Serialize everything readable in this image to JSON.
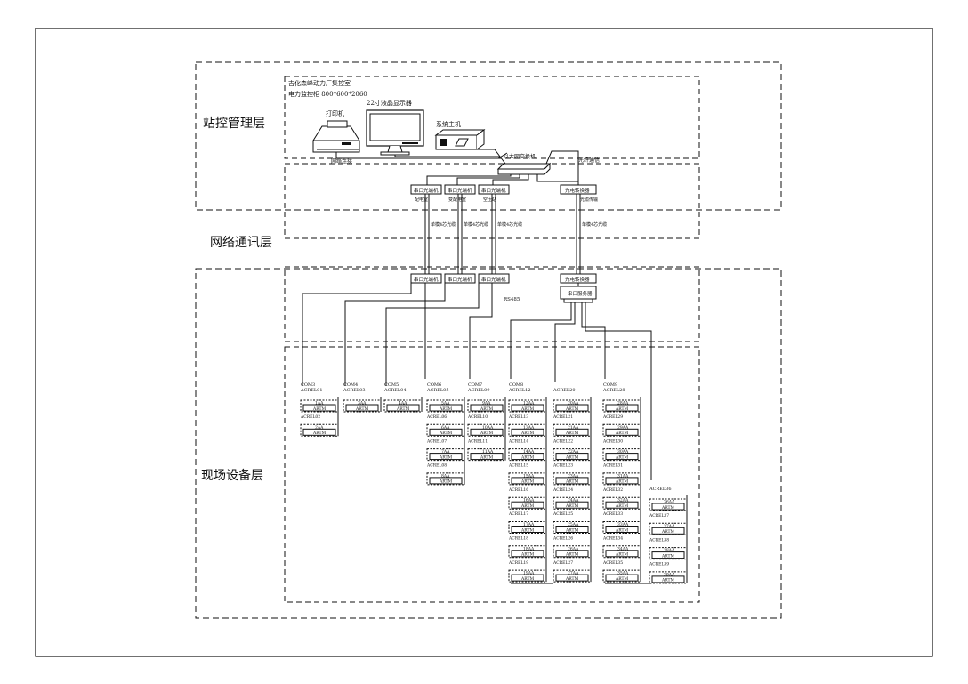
{
  "layers": {
    "station": "站控管理层",
    "network": "网络通讯层",
    "field": "现场设备层"
  },
  "control_room": {
    "line1": "吉化森峰动力厂集控室",
    "line2": "电力监控柜 800*600*2060"
  },
  "devices": {
    "printer": "打印机",
    "monitor": "22寸液晶显示器",
    "host": "系统主机",
    "switch_caption": "以太网交换机",
    "station_note_left": "网络连接",
    "station_note_right": "光纤通信"
  },
  "network": {
    "converters_top": [
      "串口光端机",
      "串口光端机",
      "串口光端机"
    ],
    "fiber_top": "光电转换器",
    "converter_notes": [
      "配电室",
      "变配电室",
      "空压站"
    ],
    "fiber_note": "光缆传输",
    "cable_labels": [
      "单模4芯光缆",
      "单模4芯光缆",
      "单模4芯光缆",
      "单模4芯光缆"
    ]
  },
  "field": {
    "converters_bottom": [
      "串口光端机",
      "串口光端机",
      "串口光端机"
    ],
    "fiber_bottom": "光电转换器",
    "server": "串口服务器",
    "serial_label": "RS485"
  },
  "meter_label": "ARTM",
  "columns": [
    {
      "com": "COM3",
      "head": "ACREL01",
      "items": [
        "1AA",
        "2AA"
      ],
      "subs": [
        "ACREL02"
      ]
    },
    {
      "com": "COM4",
      "head": "ACREL03",
      "items": [
        "3AA"
      ],
      "subs": []
    },
    {
      "com": "COM5",
      "head": "ACREL04",
      "items": [
        "4AA"
      ],
      "subs": []
    },
    {
      "com": "COM6",
      "head": "ACREL05",
      "items": [
        "5AA",
        "6AA",
        "7AA",
        "8AA"
      ],
      "subs": [
        "ACREL06",
        "ACREL07",
        "ACREL08"
      ]
    },
    {
      "com": "COM7",
      "head": "ACREL09",
      "items": [
        "9AA",
        "10AA",
        "11AA"
      ],
      "subs": [
        "ACREL10",
        "ACREL11"
      ]
    },
    {
      "com": "COM8",
      "head": "ACREL12",
      "items": [
        "12AA",
        "13AA",
        "14AA",
        "15AA",
        "16AA",
        "17AA",
        "18AA",
        "19AA"
      ],
      "subs": [
        "ACREL13",
        "ACREL14",
        "ACREL15",
        "ACREL16",
        "ACREL17",
        "ACREL18",
        "ACREL19"
      ]
    },
    {
      "com": "",
      "head": "ACREL20",
      "items": [
        "20AA",
        "21AA",
        "22AA",
        "23AA",
        "24AA",
        "25AA",
        "26AA",
        "27AA"
      ],
      "subs": [
        "ACREL21",
        "ACREL22",
        "ACREL23",
        "ACREL24",
        "ACREL25",
        "ACREL26",
        "ACREL27"
      ]
    },
    {
      "com": "COM9",
      "head": "ACREL28",
      "items": [
        "28AA",
        "29AA",
        "30AA",
        "31AA",
        "32AA",
        "33AA",
        "34AA",
        "35AA"
      ],
      "subs": [
        "ACREL29",
        "ACREL30",
        "ACREL31",
        "ACREL32",
        "ACREL33",
        "ACREL34",
        "ACREL35"
      ]
    },
    {
      "com": "",
      "head": "ACREL36",
      "items": [
        "36AA",
        "37AA",
        "38AA",
        "39AA"
      ],
      "subs": [
        "ACREL37",
        "ACREL38",
        "ACREL39"
      ]
    }
  ]
}
